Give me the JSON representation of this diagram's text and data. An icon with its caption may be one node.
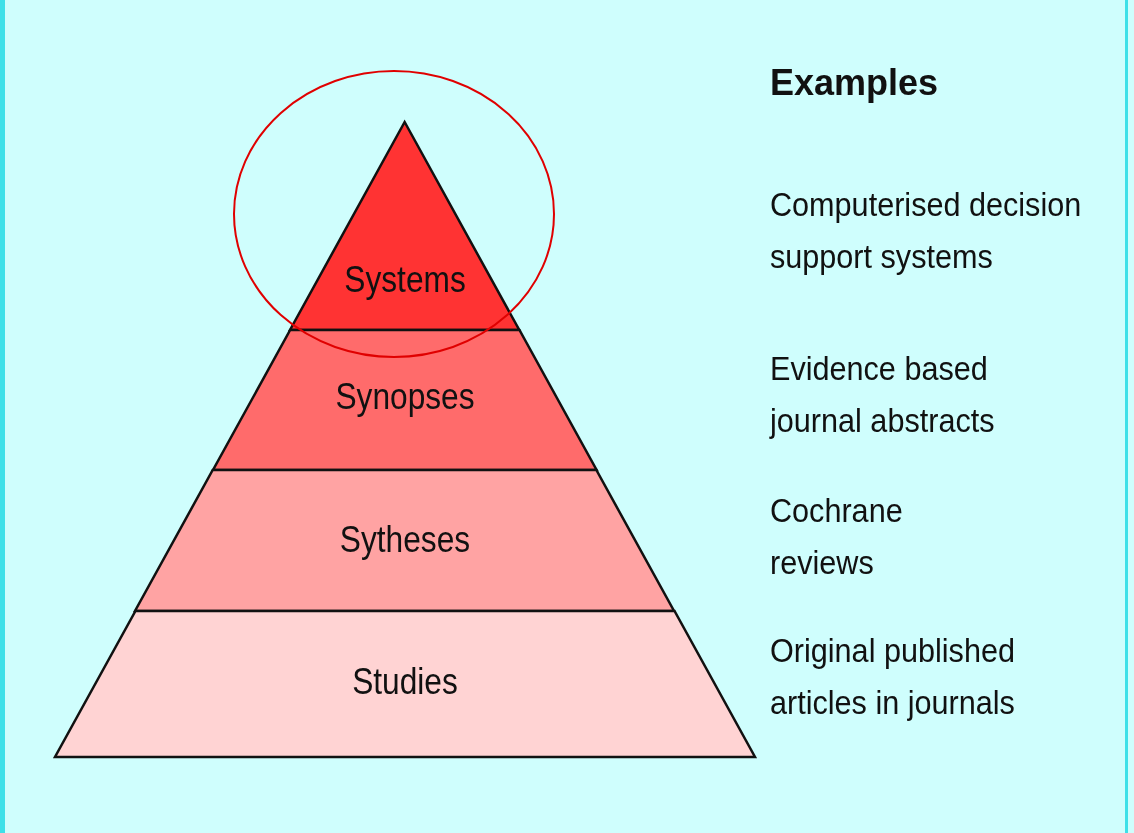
{
  "diagram": {
    "nodes": [
      {
        "text": [
          "Systems"
        ]
      },
      {
        "text": [
          "Synopses"
        ]
      },
      {
        "text": [
          "Sytheses"
        ]
      },
      {
        "text": [
          "Studies"
        ]
      }
    ],
    "labels": [
      "Examples",
      "Computerised decision support systems",
      "Evidence based journal abstracts",
      "Cochrane reviews",
      "Original published articles in journals"
    ]
  }
}
